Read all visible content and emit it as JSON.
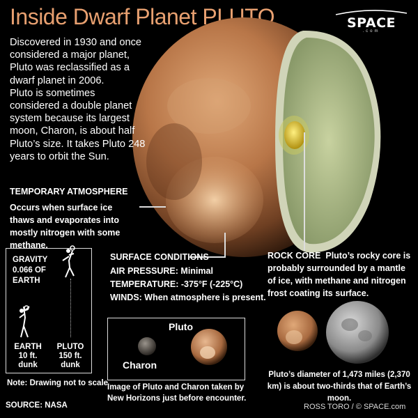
{
  "title": "Inside Dwarf Planet PLUTO",
  "logo": {
    "name": "SPACE",
    "sub": ".com"
  },
  "intro": {
    "p1": "Discovered in 1930 and once considered a major planet, Pluto was reclassified as a dwarf planet in 2006.",
    "p2": "Pluto is sometimes considered a double planet system because its largest moon, Charon, is about half Pluto’s size. It takes Pluto 248 years to orbit the Sun."
  },
  "atmosphere": {
    "heading": "TEMPORARY ATMOSPHERE",
    "body": "Occurs when surface ice thaws and evaporates into mostly nitrogen with some methane."
  },
  "surface": {
    "heading": "SURFACE CONDITIONS",
    "pressure": "AIR PRESSURE: Minimal",
    "temperature": "TEMPERATURE: -375°F (-225°C)",
    "winds": "WINDS: When atmosphere is present."
  },
  "core": {
    "heading": "ROCK CORE",
    "body": "Pluto’s rocky core is probably surrounded by a mantle of ice, with methane and nitrogen frost coating its surface."
  },
  "gravity": {
    "label": "GRAVITY 0.066 OF EARTH",
    "earth": "EARTH 10 ft. dunk",
    "pluto": "PLUTO 150 ft. dunk",
    "note": "Note: Drawing not to scale"
  },
  "photo": {
    "pluto_label": "Pluto",
    "charon_label": "Charon",
    "caption": "Image of Pluto and Charon taken by New Horizons just before encounter."
  },
  "comparison": {
    "caption": "Pluto’s diameter of 1,473 miles (2,370 km) is about two-thirds that of Earth’s moon."
  },
  "source": "SOURCE: NASA",
  "credit": "ROSS TORO / © SPACE.com",
  "colors": {
    "title": "#e8a070",
    "pluto_surface": "#c8895a",
    "mantle": "#a8b888",
    "core": "#e0d040"
  }
}
